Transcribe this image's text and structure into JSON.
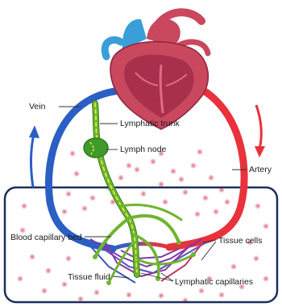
{
  "labels": {
    "vein": "Vein",
    "lymphatic_trunk": "Lymphatic trunk",
    "lymph_node": "Lymph node",
    "artery": "Artery",
    "blood_capillary_bed": "Blood capillary bed",
    "tissue_cells": "Tissue cells",
    "tissue_fluid": "Tissue fluid",
    "lymphatic_capillaries": "Lymphatic capillaries"
  },
  "colors": {
    "vein": "#2b5fc4",
    "artery": "#e8323c",
    "lymph": "#6fb52e",
    "lymph_dark": "#2f7f1f",
    "lymph_dash": "#f2e94a",
    "capillary": "#7a3aa8",
    "heart": "#c9485e",
    "heart_dark": "#8e2440",
    "tissue_border": "#1b2f5e",
    "cell": "#f3c2c8",
    "cell_core": "#d8485e"
  }
}
